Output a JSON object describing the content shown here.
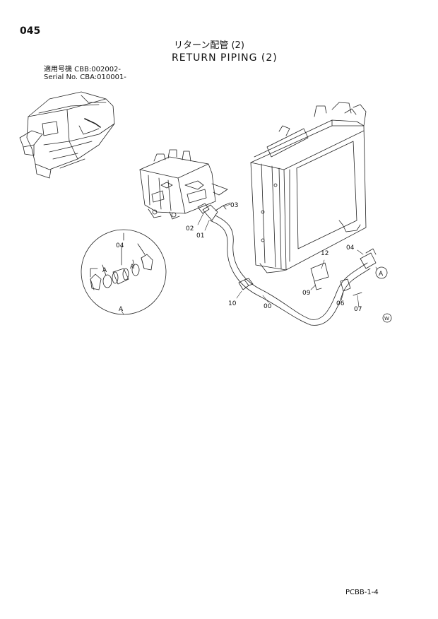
{
  "page_number": "045",
  "title_jp": "リターン配管 (2)",
  "title_en": "RETURN PIPING (2)",
  "applicability": "適用号機 CBB:002002-",
  "serial": "Serial No. CBA:010001-",
  "footer_code": "PCBB-1-4",
  "callouts": {
    "c03": "03",
    "c02": "02",
    "c01": "01",
    "c04_detail": "04",
    "a1": "A",
    "a2": "A",
    "a_bottom": "A",
    "c12": "12",
    "c04_right": "04",
    "a_circle": "A",
    "c09": "09",
    "c10": "10",
    "c00": "00",
    "c06": "06",
    "c07": "07",
    "w_mark": "W"
  }
}
